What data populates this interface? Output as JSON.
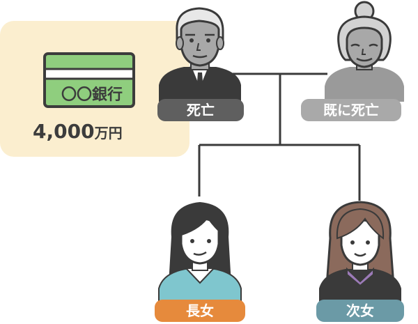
{
  "asset": {
    "bank_label": "〇〇銀行",
    "amount": "4,000",
    "unit": "万円",
    "card_color": "#8fce7e",
    "panel_color": "#fbeecf"
  },
  "people": {
    "father": {
      "label": "死亡",
      "color": "#5f5f5f"
    },
    "mother": {
      "label": "既に死亡",
      "color": "#a9a9a9"
    },
    "eldest_daughter": {
      "label": "長女",
      "color": "#e68a3c"
    },
    "second_daughter": {
      "label": "次女",
      "color": "#6b9aa6"
    }
  }
}
